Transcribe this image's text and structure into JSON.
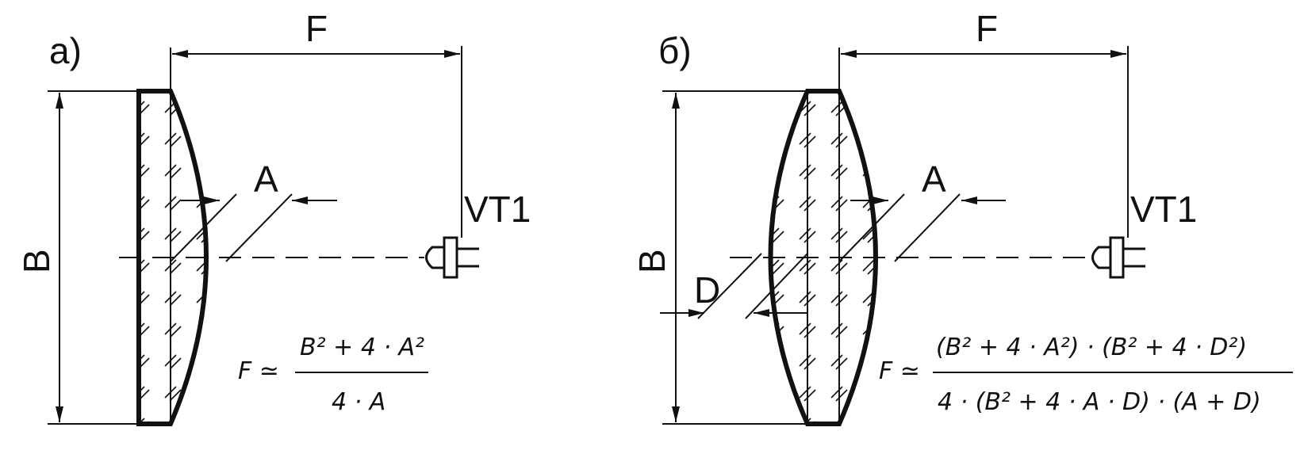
{
  "diagram_a": {
    "panel_label": "а)",
    "focal_label": "F",
    "width_label": "B",
    "sag_label": "A",
    "sensor_label": "VT1",
    "formula": {
      "lhs": "F ≃",
      "numerator": "B² + 4 · A²",
      "denominator": "4 · A"
    }
  },
  "diagram_b": {
    "panel_label": "б)",
    "focal_label": "F",
    "width_label": "B",
    "sag_label": "A",
    "sag2_label": "D",
    "sensor_label": "VT1",
    "formula": {
      "lhs": "F ≃",
      "numerator": "(B² + 4 · A²) · (B² + 4 · D²)",
      "denominator": "4 · (B² + 4 · A · D) · (A + D)"
    }
  }
}
